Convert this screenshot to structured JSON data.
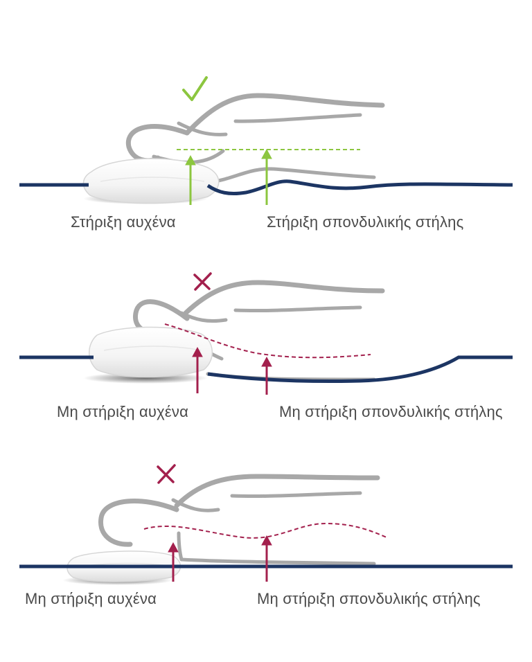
{
  "colors": {
    "mattress": "#1c3563",
    "good": "#8cc63f",
    "bad": "#a3204d",
    "figure": "#a8a8a8",
    "pillow_fill": "#fbfbfb",
    "pillow_edge": "#d6d6d6",
    "shadow": "#555555",
    "text": "#4a4a4a"
  },
  "panels": [
    {
      "status": "correct",
      "status_icon": "check-icon",
      "neck_label": "Στήριξη αυχένα",
      "spine_label": "Στήριξη σπονδυλικής στήλης"
    },
    {
      "status": "incorrect",
      "status_icon": "cross-icon",
      "neck_label": "Μη στήριξη αυχένα",
      "spine_label": "Μη στήριξη σπονδυλικής στήλης"
    },
    {
      "status": "incorrect",
      "status_icon": "cross-icon",
      "neck_label": "Μη στήριξη αυχένα",
      "spine_label": "Μη στήριξη σπονδυλικής στήλης"
    }
  ]
}
